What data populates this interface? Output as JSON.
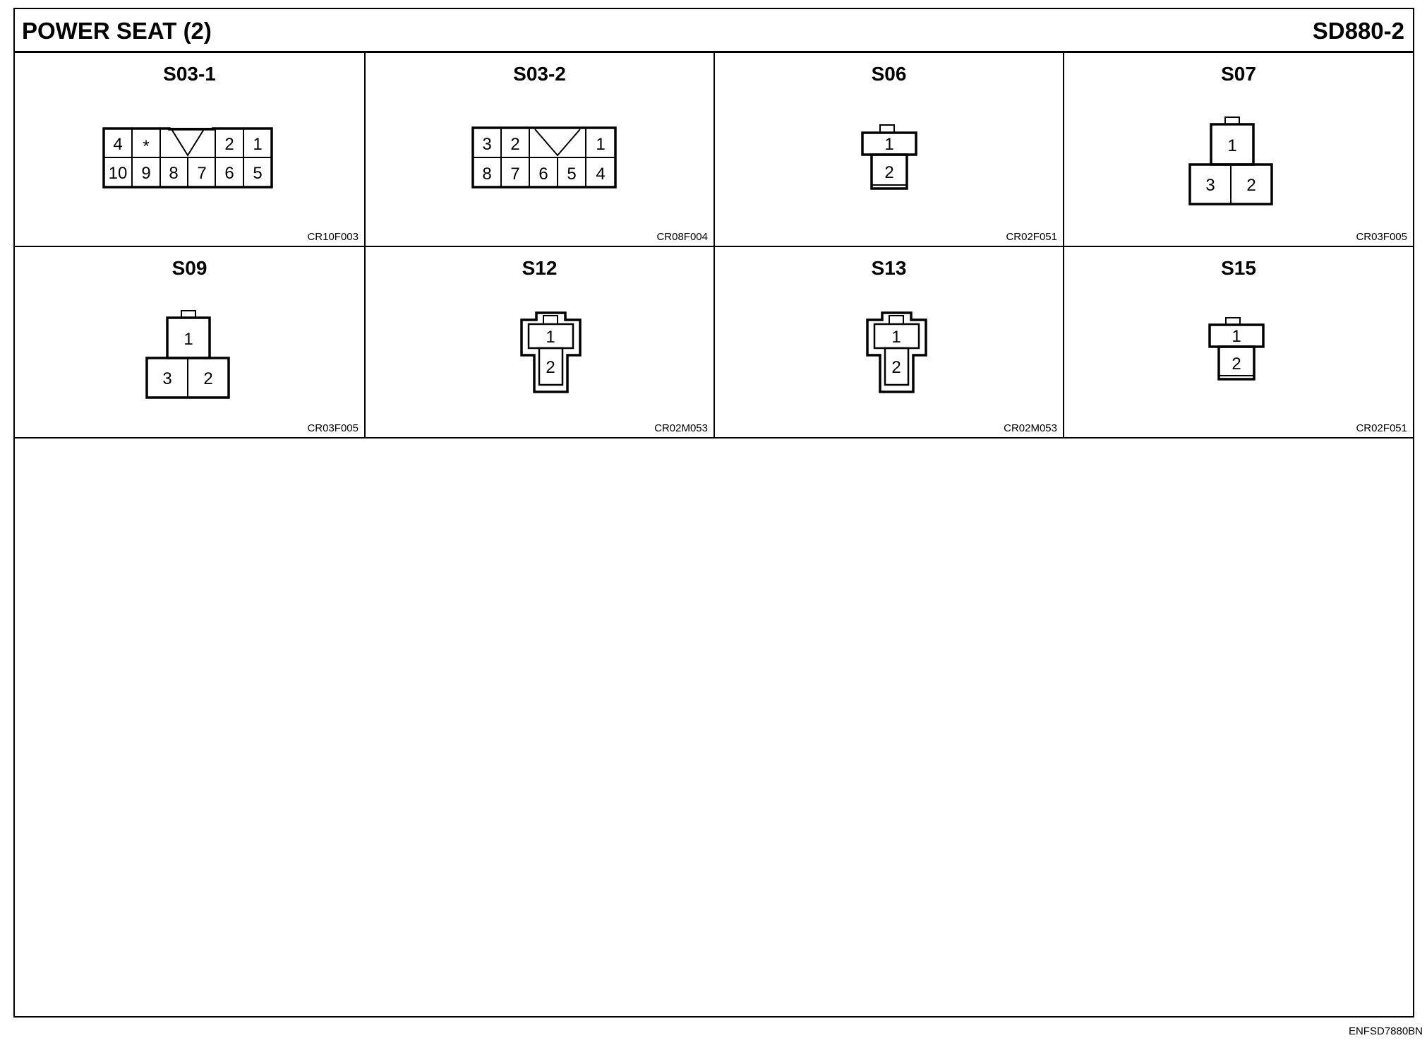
{
  "header": {
    "title": "POWER SEAT (2)",
    "code": "SD880-2"
  },
  "connectors": [
    {
      "name": "S03-1",
      "part": "CR10F003",
      "icon": "connector-10pin-icon",
      "pins": [
        "4",
        "*",
        "2",
        "1",
        "10",
        "9",
        "8",
        "7",
        "6",
        "5"
      ]
    },
    {
      "name": "S03-2",
      "part": "CR08F004",
      "icon": "connector-8pin-icon",
      "pins": [
        "3",
        "2",
        "1",
        "8",
        "7",
        "6",
        "5",
        "4"
      ]
    },
    {
      "name": "S06",
      "part": "CR02F051",
      "icon": "connector-2pin-icon",
      "pins": [
        "1",
        "2"
      ]
    },
    {
      "name": "S07",
      "part": "CR03F005",
      "icon": "connector-3pin-icon",
      "pins": [
        "1",
        "3",
        "2"
      ]
    },
    {
      "name": "S09",
      "part": "CR03F005",
      "icon": "connector-3pin-icon",
      "pins": [
        "1",
        "3",
        "2"
      ]
    },
    {
      "name": "S12",
      "part": "CR02M053",
      "icon": "connector-2pin-male-icon",
      "pins": [
        "1",
        "2"
      ]
    },
    {
      "name": "S13",
      "part": "CR02M053",
      "icon": "connector-2pin-male-icon",
      "pins": [
        "1",
        "2"
      ]
    },
    {
      "name": "S15",
      "part": "CR02F051",
      "icon": "connector-2pin-icon",
      "pins": [
        "1",
        "2"
      ]
    }
  ],
  "footer": {
    "code": "ENFSD7880BN"
  }
}
